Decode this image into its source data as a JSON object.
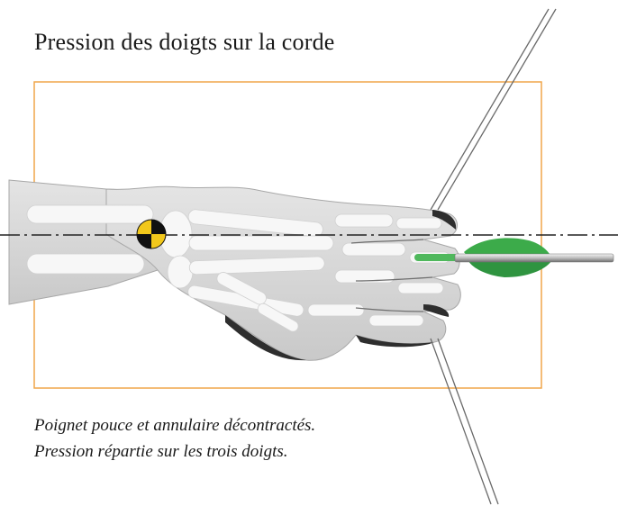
{
  "title": "Pression des doigts sur la corde",
  "caption": {
    "line1": "Poignet pouce et annulaire décontractés.",
    "line2": "Pression répartie sur les trois doigts."
  },
  "colors": {
    "frame": "#f0a64a",
    "fletching": "#3cab4a",
    "center_marker_yellow": "#f2c81b",
    "center_marker_black": "#111111",
    "skin": "#dcdcdc",
    "bone": "#f6f6f6"
  }
}
